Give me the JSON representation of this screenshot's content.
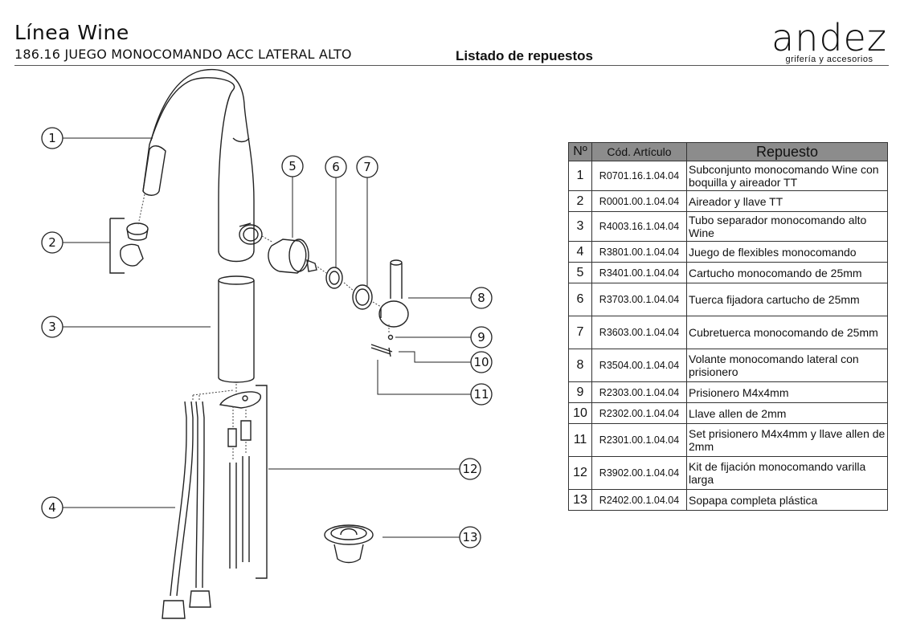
{
  "header": {
    "title": "Línea Wine",
    "subtitle": "186.16 JUEGO MONOCOMANDO ACC LATERAL ALTO",
    "section_title": "Listado de repuestos"
  },
  "brand": {
    "name": "andez",
    "tagline": "grifería y accesorios"
  },
  "diagram": {
    "callouts": [
      "1",
      "2",
      "3",
      "4",
      "5",
      "6",
      "7",
      "8",
      "9",
      "10",
      "11",
      "12",
      "13"
    ]
  },
  "table": {
    "headers": [
      "Nº",
      "Cód. Artículo",
      "Repuesto"
    ],
    "rows": [
      {
        "n": "1",
        "code": "R0701.16.1.04.04",
        "desc": "Subconjunto monocomando Wine con boquilla y aireador TT"
      },
      {
        "n": "2",
        "code": "R0001.00.1.04.04",
        "desc": "Aireador y llave TT"
      },
      {
        "n": "3",
        "code": "R4003.16.1.04.04",
        "desc": "Tubo separador monocomando alto Wine"
      },
      {
        "n": "4",
        "code": "R3801.00.1.04.04",
        "desc": "Juego de flexibles monocomando"
      },
      {
        "n": "5",
        "code": "R3401.00.1.04.04",
        "desc": "Cartucho monocomando de 25mm"
      },
      {
        "n": "6",
        "code": "R3703.00.1.04.04",
        "desc": "Tuerca fijadora cartucho de 25mm"
      },
      {
        "n": "7",
        "code": "R3603.00.1.04.04",
        "desc": "Cubretuerca monocomando de 25mm"
      },
      {
        "n": "8",
        "code": "R3504.00.1.04.04",
        "desc": "Volante monocomando lateral con prisionero"
      },
      {
        "n": "9",
        "code": "R2303.00.1.04.04",
        "desc": "Prisionero M4x4mm"
      },
      {
        "n": "10",
        "code": "R2302.00.1.04.04",
        "desc": "Llave allen de 2mm"
      },
      {
        "n": "11",
        "code": "R2301.00.1.04.04",
        "desc": "Set prisionero M4x4mm y llave allen de 2mm"
      },
      {
        "n": "12",
        "code": "R3902.00.1.04.04",
        "desc": "Kit de fijación monocomando varilla larga"
      },
      {
        "n": "13",
        "code": "R2402.00.1.04.04",
        "desc": "Sopapa completa plástica"
      }
    ]
  }
}
